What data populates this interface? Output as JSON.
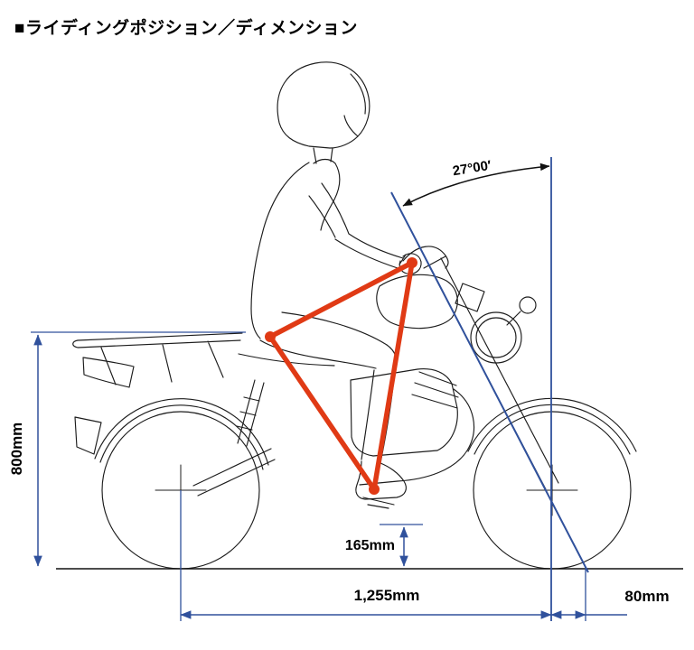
{
  "title": "■ライディングポジション／ディメンション",
  "diagram": {
    "labels": {
      "caster_angle": "27°00′",
      "seat_height": "800mm",
      "ground_clearance": "165mm",
      "wheelbase": "1,255mm",
      "trail": "80mm"
    },
    "colors": {
      "triangle": "#e03a15",
      "annotation": "#30519c",
      "line_art": "#1c1c1c",
      "ground": "#111111"
    }
  }
}
